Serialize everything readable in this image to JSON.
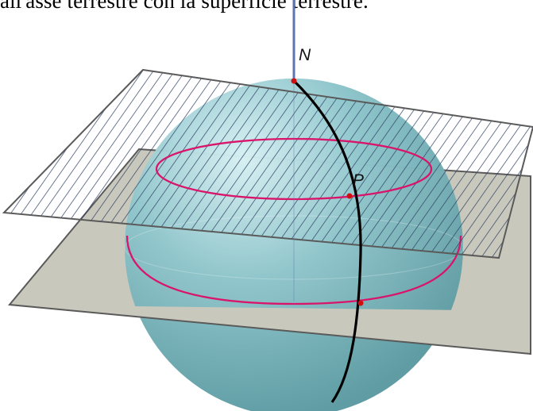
{
  "caption": "all'asse terrestre con la superficie terrestre.",
  "labels": {
    "north": "N",
    "point": "P"
  },
  "colors": {
    "sphere": "#8fc6cc",
    "sphere_highlight": "#d8f1f4",
    "sphere_shadow": "#5f9ca3",
    "axis": "#5d76b0",
    "meridian": "#000000",
    "parallel": "#d9146a",
    "point": "#d01010",
    "plane_lower_fill": "#c9c8bc",
    "plane_edge": "#5a5a5a",
    "hatch": "#2e3f63"
  }
}
